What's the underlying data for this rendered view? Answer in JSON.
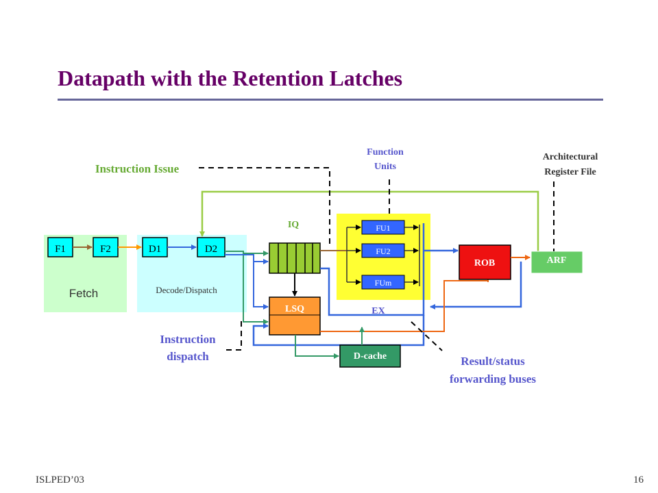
{
  "title": "Datapath with the Retention Latches",
  "footer": {
    "left": "ISLPED’03",
    "right": "16"
  },
  "colors": {
    "title": "#660066",
    "label_green": "#66aa33",
    "label_blue": "#5555cc",
    "fetch_bg": "#ccffcc",
    "decode_bg": "#ccffff",
    "latch": "#00ffff",
    "iq": "#99cc33",
    "lsq": "#ff9933",
    "ex_bg": "#ffff33",
    "fu": "#3366ff",
    "rob": "#ee1111",
    "arf": "#66cc66",
    "dcache": "#339966",
    "bus_blue": "#3366dd",
    "bus_orange": "#ee6611",
    "bus_green": "#99cc44",
    "bus_teal": "#339966"
  },
  "diagram": {
    "fetch": {
      "label": "Fetch",
      "stages": [
        "F1",
        "F2"
      ]
    },
    "decode": {
      "label": "Decode/Dispatch",
      "stages": [
        "D1",
        "D2"
      ]
    },
    "iq": {
      "label": "IQ"
    },
    "lsq": {
      "label": "LSQ"
    },
    "ex": {
      "label": "EX",
      "units": [
        "FU1",
        "FU2",
        "FUm"
      ]
    },
    "rob": {
      "label": "ROB"
    },
    "arf": {
      "label": "ARF"
    },
    "dcache": {
      "label": "D-cache"
    },
    "annotations": {
      "instruction_issue": "Instruction Issue",
      "function_units": [
        "Function",
        "Units"
      ],
      "architectural_register_file": [
        "Architectural",
        "Register File"
      ],
      "instruction_dispatch": [
        "Instruction",
        "dispatch"
      ],
      "result_forwarding": [
        "Result/status",
        "forwarding buses"
      ]
    }
  }
}
